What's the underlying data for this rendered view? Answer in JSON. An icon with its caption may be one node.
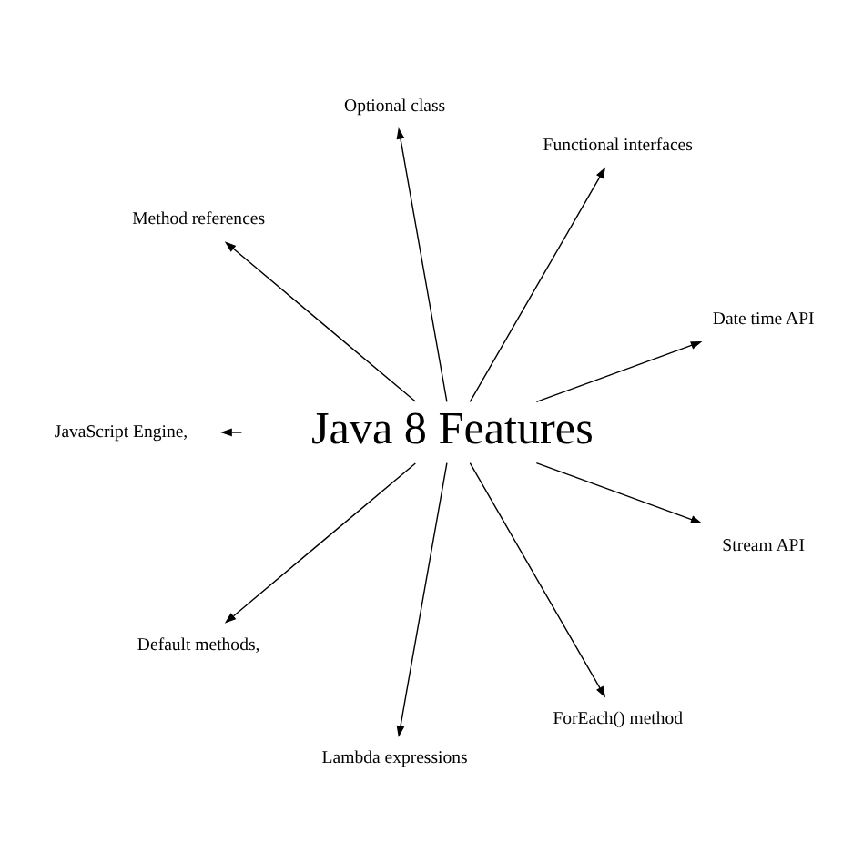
{
  "diagram": {
    "nodes": [
      {
        "text": [
          "Java 8 Features"
        ]
      },
      {
        "text": [
          "Date time API"
        ]
      },
      {
        "text": [
          "Functional interfaces"
        ]
      },
      {
        "text": [
          "Optional class"
        ]
      },
      {
        "text": [
          "Method references"
        ]
      },
      {
        "text": [
          "JavaScript Engine,"
        ]
      },
      {
        "text": [
          "Default methods,"
        ]
      },
      {
        "text": [
          "Lambda expressions"
        ]
      },
      {
        "text": [
          "ForEach() method"
        ]
      },
      {
        "text": [
          "Stream API"
        ]
      }
    ],
    "edges": [
      {
        "from": 0,
        "to": 1,
        "arrow": "to"
      },
      {
        "from": 0,
        "to": 2,
        "arrow": "to"
      },
      {
        "from": 0,
        "to": 3,
        "arrow": "to"
      },
      {
        "from": 0,
        "to": 4,
        "arrow": "to"
      },
      {
        "from": 0,
        "to": 5,
        "arrow": "to"
      },
      {
        "from": 0,
        "to": 6,
        "arrow": "to"
      },
      {
        "from": 0,
        "to": 7,
        "arrow": "to"
      },
      {
        "from": 0,
        "to": 8,
        "arrow": "to"
      },
      {
        "from": 0,
        "to": 9,
        "arrow": "to"
      }
    ]
  }
}
